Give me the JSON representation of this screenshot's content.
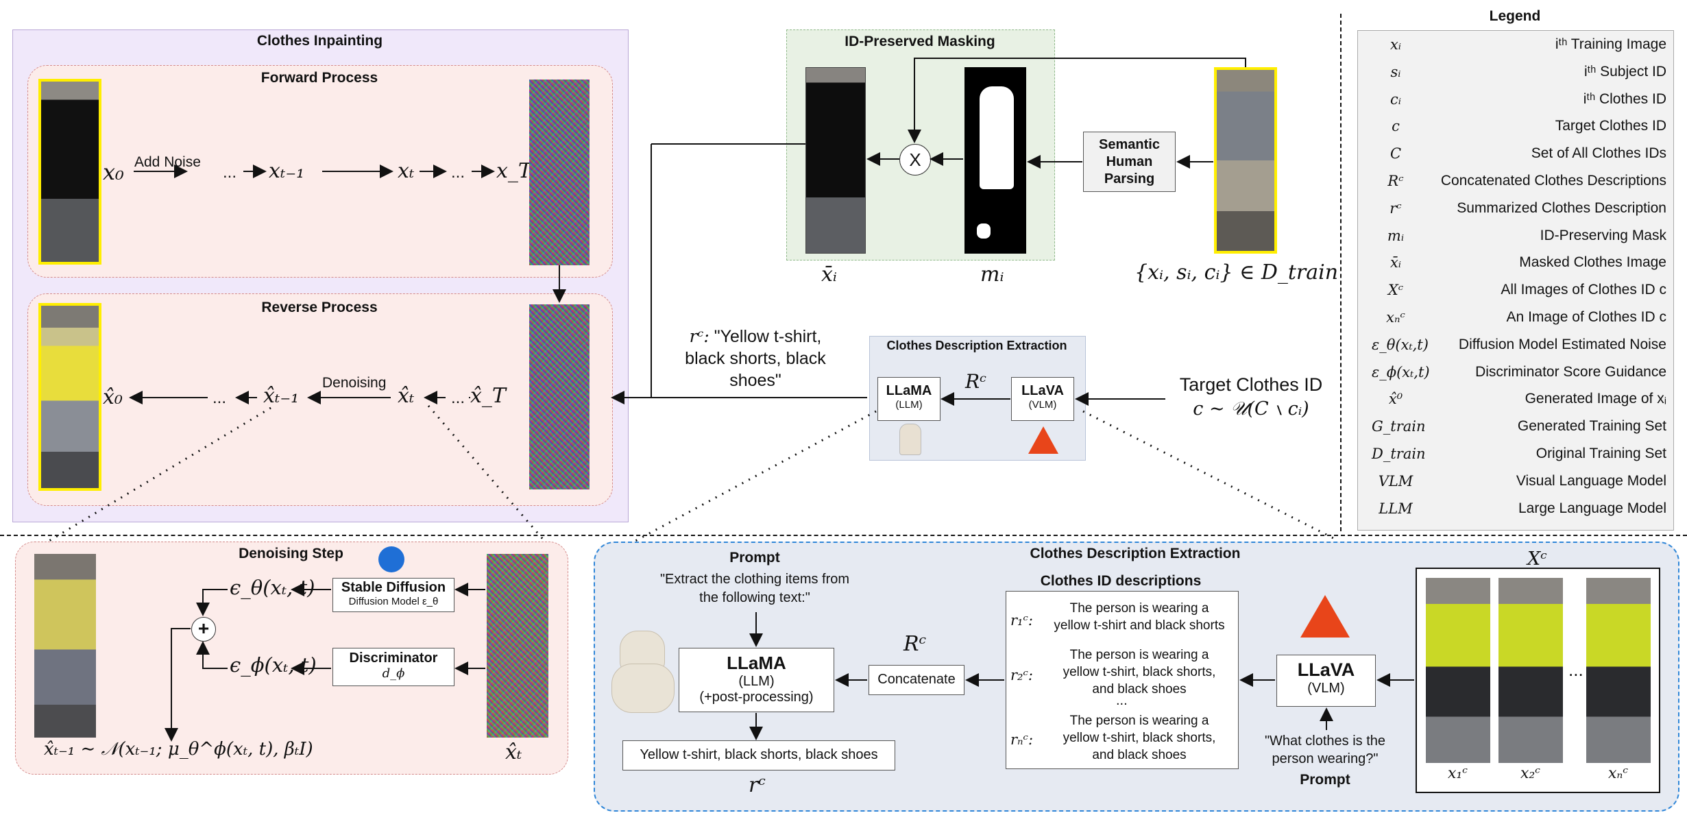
{
  "clothes_inpainting": {
    "title": "Clothes Inpainting",
    "forward": {
      "title": "Forward Process",
      "x0": "x₀",
      "add_noise": "Add Noise",
      "dots1": "...",
      "xt1": "xₜ₋₁",
      "xt": "xₜ",
      "dots2": "...",
      "xT": "x_T"
    },
    "reverse": {
      "title": "Reverse Process",
      "x0": "x̂₀",
      "dots1": "...",
      "xt1": "x̂ₜ₋₁",
      "denoising": "Denoising",
      "xt": "x̂ₜ",
      "dots2": "...",
      "xT": "x̂_T"
    }
  },
  "id_masking": {
    "title": "ID-Preserved Masking",
    "xbar": "x̄ᵢ",
    "mi": "mᵢ",
    "multiply": "X",
    "parsing": [
      "Semantic",
      "Human",
      "Parsing"
    ],
    "dataset": "{xᵢ, sᵢ, cᵢ} ∈ D_train"
  },
  "rc_quote": {
    "prefix": "rᶜ:",
    "text": [
      "\"Yellow t-shirt,",
      "black shorts, black",
      "shoes\""
    ]
  },
  "cde_small": {
    "title": "Clothes Description Extraction",
    "llama": "LLaMA",
    "llama_sub": "(LLM)",
    "rc": "Rᶜ",
    "llava": "LLaVA",
    "llava_sub": "(VLM)"
  },
  "target_id": {
    "line1": "Target Clothes ID",
    "line2": "c ∼ 𝒰(C ∖ cᵢ)"
  },
  "legend": {
    "title": "Legend",
    "rows": [
      {
        "sym": "xᵢ",
        "desc": "iᵗʰ Training Image"
      },
      {
        "sym": "sᵢ",
        "desc": "iᵗʰ Subject ID"
      },
      {
        "sym": "cᵢ",
        "desc": "iᵗʰ Clothes ID"
      },
      {
        "sym": "c",
        "desc": "Target Clothes ID"
      },
      {
        "sym": "C",
        "desc": "Set of All Clothes IDs"
      },
      {
        "sym": "Rᶜ",
        "desc": "Concatenated Clothes Descriptions"
      },
      {
        "sym": "rᶜ",
        "desc": "Summarized Clothes Description"
      },
      {
        "sym": "mᵢ",
        "desc": "ID-Preserving Mask"
      },
      {
        "sym": "x̄ᵢ",
        "desc": "Masked Clothes Image"
      },
      {
        "sym": "Xᶜ",
        "desc": "All Images of Clothes ID c"
      },
      {
        "sym": "xₙᶜ",
        "desc": "An Image of Clothes ID c"
      },
      {
        "sym": "ε_θ(xₜ,t)",
        "desc": "Diffusion Model Estimated Noise"
      },
      {
        "sym": "ε_ϕ(xₜ,t)",
        "desc": "Discriminator Score Guidance"
      },
      {
        "sym": "x̂⁰",
        "desc": "Generated Image of xᵢ"
      },
      {
        "sym": "G_train",
        "desc": "Generated Training Set"
      },
      {
        "sym": "D_train",
        "desc": "Original Training Set"
      },
      {
        "sym": "VLM",
        "desc": "Visual Language Model"
      },
      {
        "sym": "LLM",
        "desc": "Large Language Model"
      }
    ]
  },
  "denoising_step": {
    "title": "Denoising Step",
    "eps_theta": "ϵ_θ(xₜ, t)",
    "eps_phi": "ϵ_ϕ(xₜ, t)",
    "sd": "Stable Diffusion",
    "sd_sub": "Diffusion Model ε_θ",
    "disc": "Discriminator",
    "disc_sub": "d_ϕ",
    "plus": "+",
    "formula": "x̂ₜ₋₁ ∼ 𝒩(xₜ₋₁; μ_θ^ϕ(xₜ, t), βₜI)",
    "xt": "x̂ₜ"
  },
  "cde_large": {
    "title": "Clothes Description Extraction",
    "prompt1_title": "Prompt",
    "prompt1": [
      "\"Extract the clothing items from",
      "the following text:\""
    ],
    "llama": "LLaMA",
    "llama_sub": "(LLM)",
    "llama_sub2": "(+post-processing)",
    "concat": "Concatenate",
    "Rc": "Rᶜ",
    "output": "Yellow t-shirt, black shorts, black shoes",
    "rc": "rᶜ",
    "ids_title": "Clothes ID descriptions",
    "r1": "r₁ᶜ:",
    "d1": [
      "The person is wearing a",
      "yellow t-shirt and black shorts"
    ],
    "r2": "r₂ᶜ:",
    "d2": [
      "The person is wearing a",
      "yellow t-shirt, black shorts,",
      "and black shoes"
    ],
    "ellipsis": "...",
    "rn": "rₙᶜ:",
    "dn": [
      "The person is wearing a",
      "yellow t-shirt, black shorts,",
      "and black shoes"
    ],
    "llava": "LLaVA",
    "llava_sub": "(VLM)",
    "prompt2": [
      "\"What clothes is the",
      "person wearing?\""
    ],
    "prompt2_title": "Prompt",
    "Xc": "Xᶜ",
    "x1": "x₁ᶜ",
    "x2": "x₂ᶜ",
    "xn": "xₙᶜ",
    "dots": "..."
  },
  "colors": {
    "inpaint_bg": "#f0e8fa",
    "process_bg": "#fcecea",
    "masking_bg": "#e8f1e4",
    "cde_bg": "#e6eaf2",
    "yellow": "#ffee00",
    "legend_bg": "#f2f2f2"
  }
}
